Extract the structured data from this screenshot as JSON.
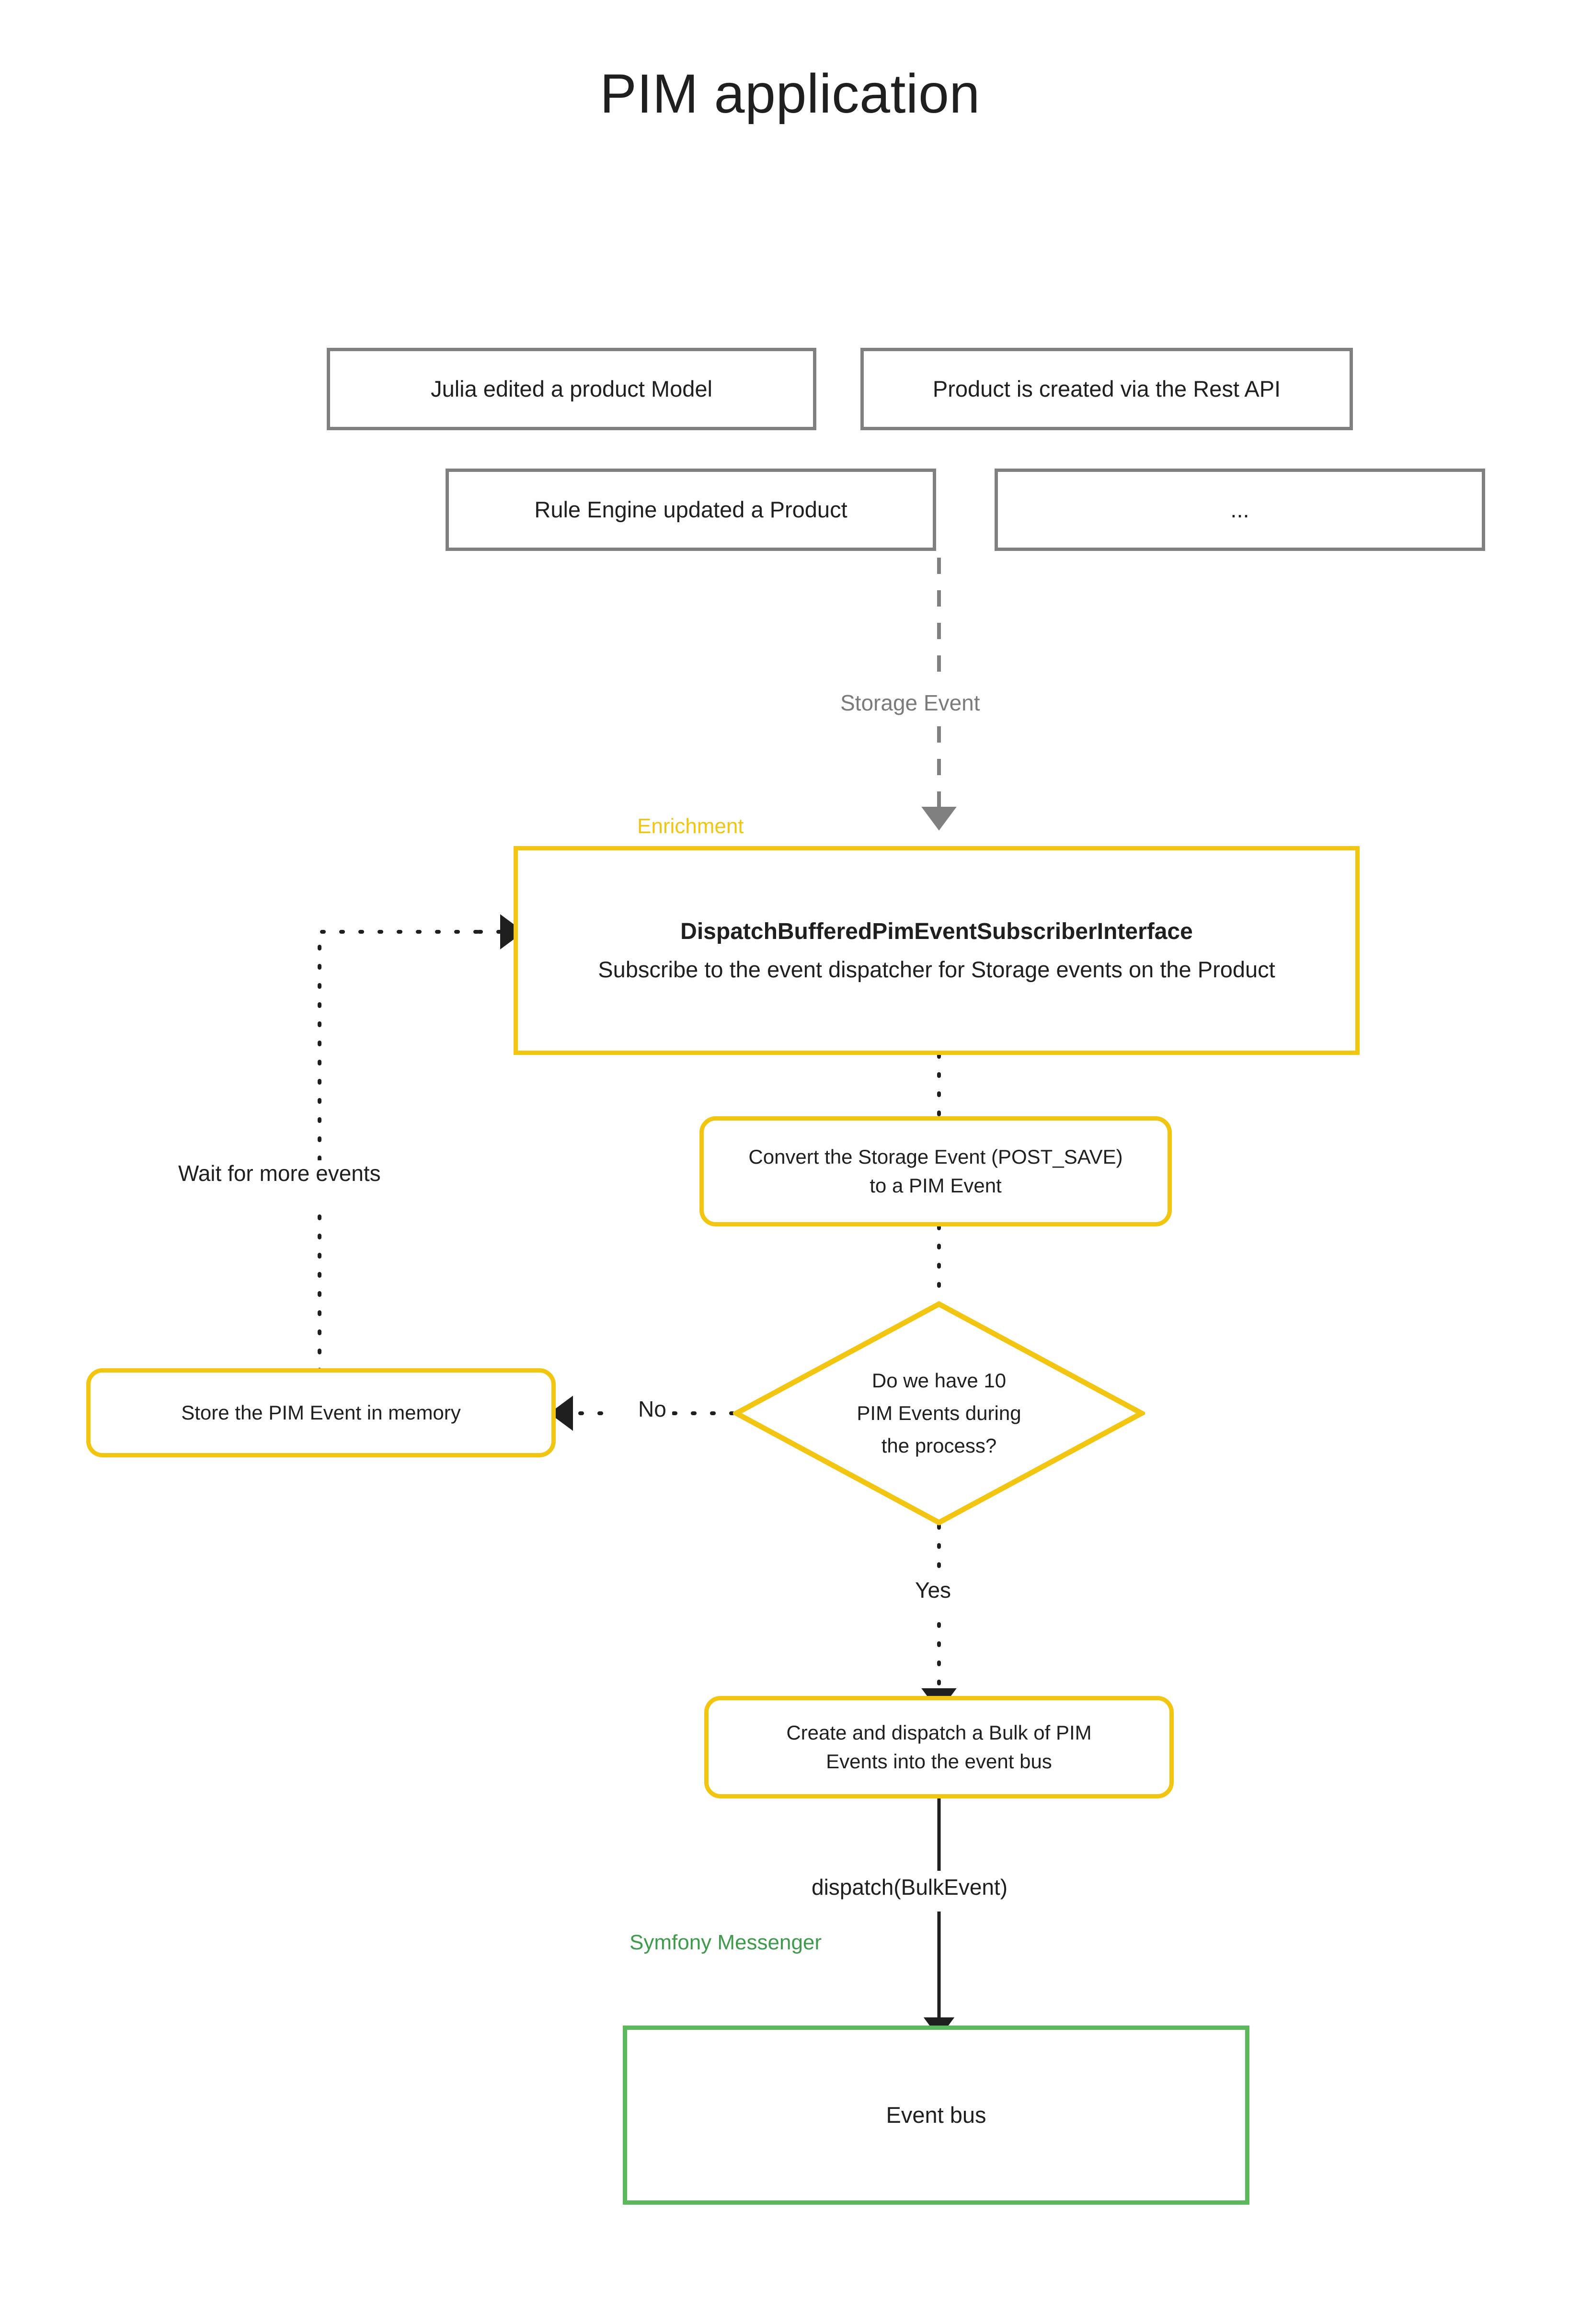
{
  "title": "PIM application",
  "colors": {
    "grey_border": "#808080",
    "yellow": "#f2c511",
    "green": "#5cb85c",
    "grey_text": "#7b7b7b",
    "symfony_green_text": "#3d9b4b",
    "text": "#1f1f1f"
  },
  "sources": [
    {
      "id": "julia",
      "label": "Julia edited a product Model"
    },
    {
      "id": "rest-api",
      "label": "Product is created via the Rest API"
    },
    {
      "id": "rule-engine",
      "label": "Rule Engine updated a Product"
    },
    {
      "id": "more",
      "label": "..."
    }
  ],
  "zones": {
    "enrichment": "Enrichment",
    "symfony_messenger": "Symfony Messenger"
  },
  "edges": {
    "storage_event": "Storage Event",
    "wait_for_more_events": "Wait for more events",
    "no": "No",
    "yes": "Yes",
    "dispatch_bulk_event": "dispatch(BulkEvent)"
  },
  "nodes": {
    "subscriber": {
      "title": "DispatchBufferedPimEventSubscriberInterface",
      "subtitle": "Subscribe to the event dispatcher for Storage events on the Product"
    },
    "convert": {
      "line1": "Convert the Storage Event (POST_SAVE)",
      "line2": "to a PIM Event"
    },
    "decision": {
      "line1": "Do we have 10",
      "line2": "PIM Events during",
      "line3": "the process?"
    },
    "store": {
      "label": "Store the PIM Event in memory"
    },
    "bulk": {
      "line1": "Create and dispatch a Bulk of PIM",
      "line2": "Events into the event bus"
    },
    "event_bus": {
      "label": "Event bus"
    }
  }
}
